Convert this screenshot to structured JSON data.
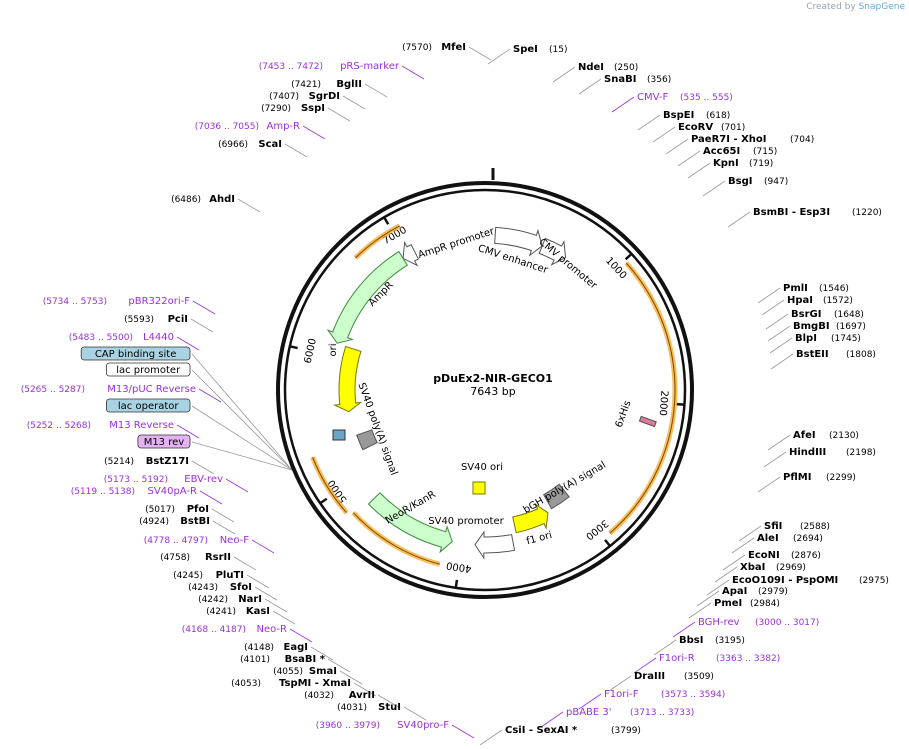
{
  "credit": {
    "prefix": "Created by",
    "brand": "SnapGene"
  },
  "plasmid": {
    "name": "pDuEx2-NIR-GECO1",
    "length_label": "7643 bp",
    "length": 7643
  },
  "ticks": [
    {
      "pos": 1000,
      "label": "1000"
    },
    {
      "pos": 2000,
      "label": "2000"
    },
    {
      "pos": 3000,
      "label": "3000"
    },
    {
      "pos": 4000,
      "label": "4000"
    },
    {
      "pos": 5000,
      "label": "5000"
    },
    {
      "pos": 6000,
      "label": "6000"
    },
    {
      "pos": 7000,
      "label": "7000"
    }
  ],
  "features": [
    {
      "name": "AmpR",
      "start": 6105,
      "end": 6966,
      "dir": -1,
      "ring": 1,
      "color": "#ccffcc",
      "stroke": "#3a8a3a",
      "label": "AmpR"
    },
    {
      "name": "AmpR promoter",
      "start": 6966,
      "end": 7071,
      "dir": -1,
      "ring": 1,
      "color": "#ffffff",
      "stroke": "#555555",
      "label": "AmpR promoter"
    },
    {
      "name": "CMV enhancer",
      "start": 80,
      "end": 460,
      "dir": 1,
      "ring": 1,
      "color": "#ffffff",
      "stroke": "#555555",
      "label": "CMV enhancer"
    },
    {
      "name": "CMV promoter",
      "start": 460,
      "end": 665,
      "dir": 1,
      "ring": 1,
      "color": "#ffffff",
      "stroke": "#555555",
      "label": "CMV promoter"
    },
    {
      "name": "ori",
      "start": 5540,
      "end": 6100,
      "dir": -1,
      "ring": 2,
      "color": "#ffff00",
      "stroke": "#777700",
      "label": "ori"
    },
    {
      "name": "f1 ori",
      "start": 3245,
      "end": 3560,
      "dir": -1,
      "ring": 2,
      "color": "#ffff00",
      "stroke": "#777700",
      "label": "f1 ori"
    },
    {
      "name": "bGH poly(A) signal",
      "start": 3010,
      "end": 3200,
      "dir": 0,
      "ring": 3,
      "color": "#999999",
      "stroke": "#555555",
      "label": "bGH poly(A) signal"
    },
    {
      "name": "SV40 promoter",
      "start": 3600,
      "end": 3900,
      "dir": 1,
      "ring": 1,
      "color": "#ffffff",
      "stroke": "#555555",
      "label": "SV40 promoter"
    },
    {
      "name": "NeoR/KanR",
      "start": 4080,
      "end": 4790,
      "dir": -1,
      "ring": 1,
      "color": "#ccffcc",
      "stroke": "#3a8a3a",
      "label": "NeoR/KanR"
    },
    {
      "name": "SV40 poly(A) signal",
      "start": 5180,
      "end": 5320,
      "dir": 0,
      "ring": 3,
      "color": "#999999",
      "stroke": "#555555",
      "label": "SV40 poly(A) signal"
    }
  ],
  "inner_labels": [
    {
      "text": "AmpR promoter"
    },
    {
      "text": "CMV enhancer"
    },
    {
      "text": "CMV promoter"
    },
    {
      "text": "AmpR"
    },
    {
      "text": "ori"
    },
    {
      "text": "6xHis"
    },
    {
      "text": "SV40 poly(A) signal"
    },
    {
      "text": "SV40 ori"
    },
    {
      "text": "bGH poly(A) signal"
    },
    {
      "text": "SV40 promoter"
    },
    {
      "text": "NeoR/KanR"
    },
    {
      "text": "f1 ori"
    }
  ],
  "left_labels": [
    {
      "pos": "(7570)",
      "name": "MfeI",
      "primer": false
    },
    {
      "pos": "(7453 .. 7472)",
      "name": "pRS-marker",
      "primer": true
    },
    {
      "pos": "(7421)",
      "name": "BglII",
      "primer": false
    },
    {
      "pos": "(7407)",
      "name": "SgrDI",
      "primer": false
    },
    {
      "pos": "(7290)",
      "name": "SspI",
      "primer": false
    },
    {
      "pos": "(7036 .. 7055)",
      "name": "Amp-R",
      "primer": true
    },
    {
      "pos": "(6966)",
      "name": "ScaI",
      "primer": false
    },
    {
      "pos": "(6486)",
      "name": "AhdI",
      "primer": false
    },
    {
      "pos": "(5734 .. 5753)",
      "name": "pBR322ori-F",
      "primer": true
    },
    {
      "pos": "(5593)",
      "name": "PciI",
      "primer": false
    },
    {
      "pos": "(5483 .. 5500)",
      "name": "L4440",
      "primer": true
    },
    {
      "pos": "",
      "name": "CAP binding site",
      "box": "blue"
    },
    {
      "pos": "",
      "name": "lac promoter",
      "box": "white"
    },
    {
      "pos": "(5265 .. 5287)",
      "name": "M13/pUC Reverse",
      "primer": true
    },
    {
      "pos": "",
      "name": "lac operator",
      "box": "blue"
    },
    {
      "pos": "(5252 .. 5268)",
      "name": "M13 Reverse",
      "primer": true
    },
    {
      "pos": "",
      "name": "M13 rev",
      "box": "purple"
    },
    {
      "pos": "(5214)",
      "name": "BstZ17I",
      "primer": false
    },
    {
      "pos": "(5173 .. 5192)",
      "name": "EBV-rev",
      "primer": true
    },
    {
      "pos": "(5119 .. 5138)",
      "name": "SV40pA-R",
      "primer": true
    },
    {
      "pos": "(5017)",
      "name": "PfoI",
      "primer": false
    },
    {
      "pos": "(4924)",
      "name": "BstBI",
      "primer": false
    },
    {
      "pos": "(4778 .. 4797)",
      "name": "Neo-F",
      "primer": true
    },
    {
      "pos": "(4758)",
      "name": "RsrII",
      "primer": false
    },
    {
      "pos": "(4245)",
      "name": "PluTI",
      "primer": false
    },
    {
      "pos": "(4243)",
      "name": "SfoI",
      "primer": false
    },
    {
      "pos": "(4242)",
      "name": "NarI",
      "primer": false
    },
    {
      "pos": "(4241)",
      "name": "KasI",
      "primer": false
    },
    {
      "pos": "(4168 .. 4187)",
      "name": "Neo-R",
      "primer": true
    },
    {
      "pos": "(4148)",
      "name": "EagI",
      "primer": false
    },
    {
      "pos": "(4101)",
      "name": "BsaBI *",
      "primer": false
    },
    {
      "pos": "(4055)",
      "name": "SmaI",
      "primer": false
    },
    {
      "pos": "(4053)",
      "name": "TspMI - XmaI",
      "primer": false
    },
    {
      "pos": "(4032)",
      "name": "AvrII",
      "primer": false
    },
    {
      "pos": "(4031)",
      "name": "StuI",
      "primer": false
    },
    {
      "pos": "(3960 .. 3979)",
      "name": "SV40pro-F",
      "primer": true
    }
  ],
  "right_labels": [
    {
      "name": "SpeI",
      "pos": "(15)",
      "primer": false
    },
    {
      "name": "NdeI",
      "pos": "(250)",
      "primer": false
    },
    {
      "name": "SnaBI",
      "pos": "(356)",
      "primer": false
    },
    {
      "name": "CMV-F",
      "pos": "(535 .. 555)",
      "primer": true
    },
    {
      "name": "BspEI",
      "pos": "(618)",
      "primer": false
    },
    {
      "name": "EcoRV",
      "pos": "(701)",
      "primer": false
    },
    {
      "name": "PaeR7I - XhoI",
      "pos": "(704)",
      "primer": false
    },
    {
      "name": "Acc65I",
      "pos": "(715)",
      "primer": false
    },
    {
      "name": "KpnI",
      "pos": "(719)",
      "primer": false
    },
    {
      "name": "BsgI",
      "pos": "(947)",
      "primer": false
    },
    {
      "name": "BsmBI - Esp3I",
      "pos": "(1220)",
      "primer": false
    },
    {
      "name": "PmlI",
      "pos": "(1546)",
      "primer": false
    },
    {
      "name": "HpaI",
      "pos": "(1572)",
      "primer": false
    },
    {
      "name": "BsrGI",
      "pos": "(1648)",
      "primer": false
    },
    {
      "name": "BmgBI",
      "pos": "(1697)",
      "primer": false
    },
    {
      "name": "BlpI",
      "pos": "(1745)",
      "primer": false
    },
    {
      "name": "BstEII",
      "pos": "(1808)",
      "primer": false
    },
    {
      "name": "AfeI",
      "pos": "(2130)",
      "primer": false
    },
    {
      "name": "HindIII",
      "pos": "(2198)",
      "primer": false
    },
    {
      "name": "PflMI",
      "pos": "(2299)",
      "primer": false
    },
    {
      "name": "SfiI",
      "pos": "(2588)",
      "primer": false
    },
    {
      "name": "AleI",
      "pos": "(2694)",
      "primer": false
    },
    {
      "name": "EcoNI",
      "pos": "(2876)",
      "primer": false
    },
    {
      "name": "XbaI",
      "pos": "(2969)",
      "primer": false
    },
    {
      "name": "EcoO109I - PspOMI",
      "pos": "(2975)",
      "primer": false
    },
    {
      "name": "ApaI",
      "pos": "(2979)",
      "primer": false
    },
    {
      "name": "PmeI",
      "pos": "(2984)",
      "primer": false
    },
    {
      "name": "BGH-rev",
      "pos": "(3000 .. 3017)",
      "primer": true
    },
    {
      "name": "BbsI",
      "pos": "(3195)",
      "primer": false
    },
    {
      "name": "F1ori-R",
      "pos": "(3363 .. 3382)",
      "primer": true
    },
    {
      "name": "DraIII",
      "pos": "(3509)",
      "primer": false
    },
    {
      "name": "F1ori-F",
      "pos": "(3573 .. 3594)",
      "primer": true
    },
    {
      "name": "pBABE 3'",
      "pos": "(3713 .. 3733)",
      "primer": true
    },
    {
      "name": "CsiI - SexAI *",
      "pos": "(3799)",
      "primer": false
    }
  ],
  "colors": {
    "backbone": "#111111",
    "primer": "#9b30d9",
    "orf_fill": "#ccffcc",
    "ori_fill": "#ffff00",
    "arc_orange": "#f5a623",
    "box_blue": "#a9d3e3",
    "box_purple": "#e3b2f0"
  }
}
